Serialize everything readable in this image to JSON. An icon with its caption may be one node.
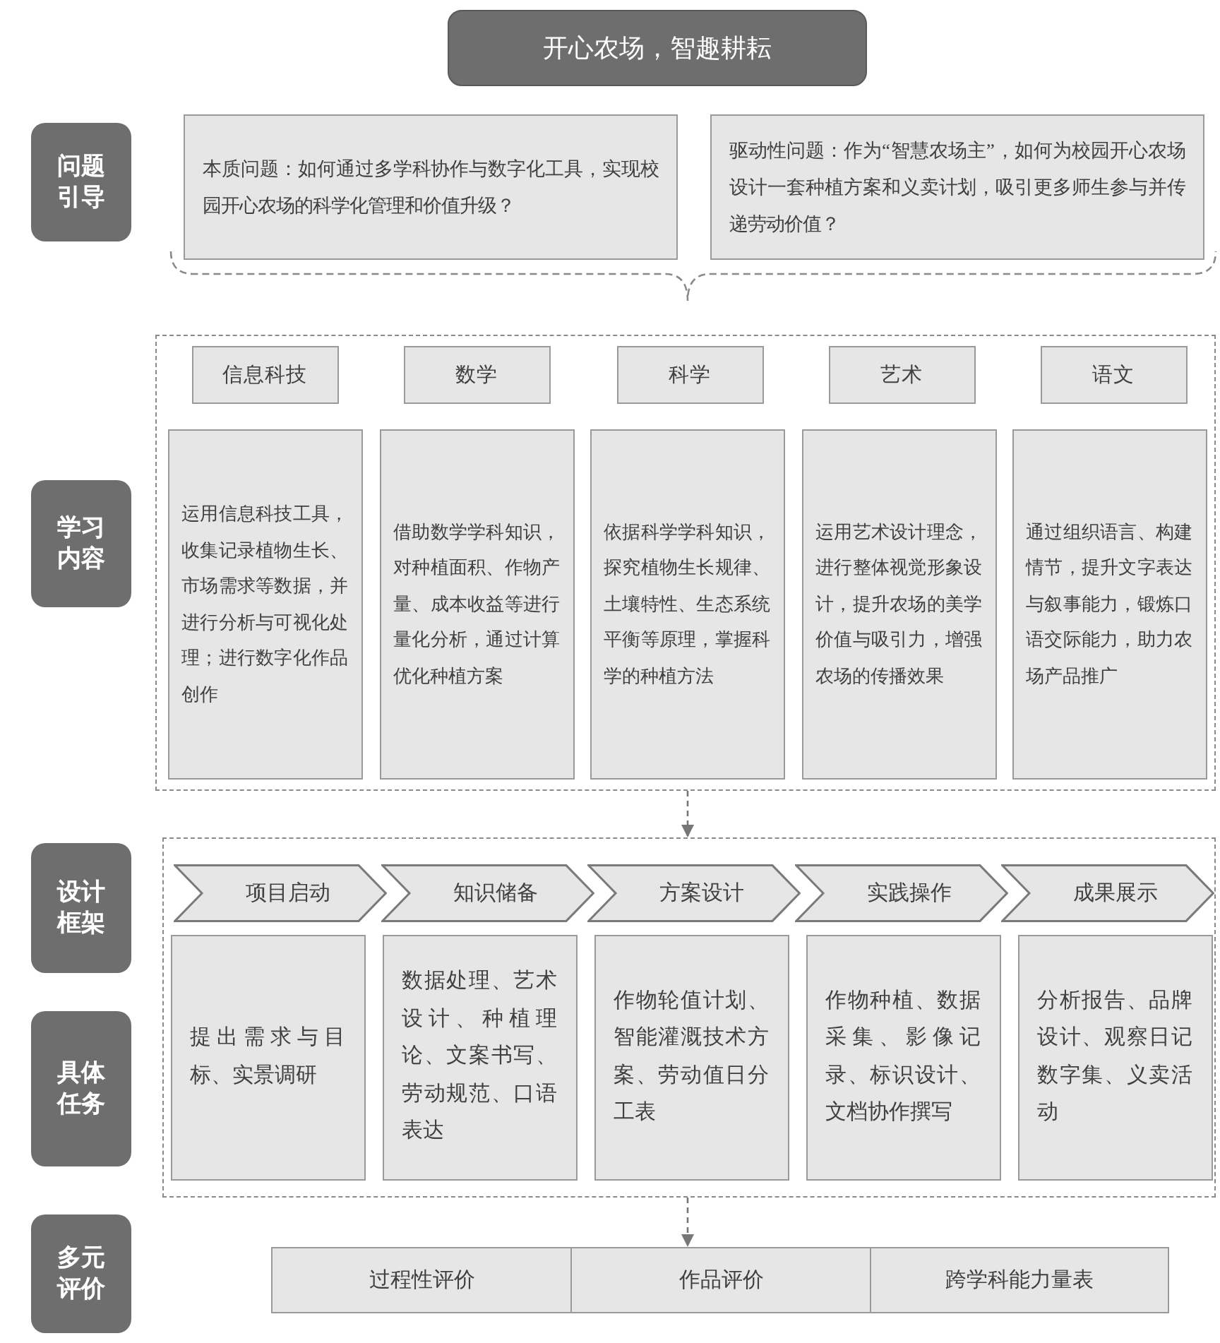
{
  "diagram": {
    "title": "开心农场，智趣耕耘",
    "nodes": [
      {
        "text": [
          "问题引导"
        ]
      },
      {
        "text": [
          "本质问题：如何通过多学科协作与数字化工具，实现校园开心农场的科学化管理和价值升级？"
        ]
      },
      {
        "text": [
          "驱动性问题：作为“智慧农场主”，如何为校园开心农场设计一套种植方案和义卖计划，吸引更多师生参与并传递劳动价值？"
        ]
      },
      {
        "text": [
          "学习内容"
        ]
      },
      {
        "text": [],
        "shape": "box"
      },
      {
        "text": [
          "信息科技"
        ],
        "in": 4
      },
      {
        "text": [
          "数学"
        ],
        "in": 4
      },
      {
        "text": [
          "科学"
        ],
        "in": 4
      },
      {
        "text": [
          "艺术"
        ],
        "in": 4
      },
      {
        "text": [
          "语文"
        ],
        "in": 4
      },
      {
        "text": [
          "运用信息科技工具，收集记录植物生长、市场需求等数据，并进行分析与可视化处理；进行数字化作品创作"
        ],
        "in": 4
      },
      {
        "text": [
          "借助数学学科知识，对种植面积、作物产量、成本收益等进行量化分析，通过计算优化种植方案"
        ],
        "in": 4
      },
      {
        "text": [
          "依据科学学科知识，探究植物生长规律、土壤特性、生态系统平衡等原理，掌握科学的种植方法"
        ],
        "in": 4
      },
      {
        "text": [
          "运用艺术设计理念，进行整体视觉形象设计，提升农场的美学价值与吸引力，增强农场的传播效果"
        ],
        "in": 4
      },
      {
        "text": [
          "通过组织语言、构建情节，提升文字表达与叙事能力，锻炼口语交际能力，助力农场产品推广"
        ],
        "in": 4
      },
      {
        "text": [
          "设计框架"
        ]
      },
      {
        "text": [],
        "shape": "box"
      },
      {
        "text": [
          "项目启动"
        ],
        "in": 16
      },
      {
        "text": [
          "知识储备"
        ],
        "in": 16
      },
      {
        "text": [
          "方案设计"
        ],
        "in": 16
      },
      {
        "text": [
          "实践操作"
        ],
        "in": 16
      },
      {
        "text": [
          "成果展示"
        ],
        "in": 16
      },
      {
        "text": [
          "具体任务"
        ]
      },
      {
        "text": [
          "提出需求与目标、实景调研"
        ],
        "in": 16
      },
      {
        "text": [
          "数据处理、艺术设计、种植理论、文案书写、劳动规范、口语表达"
        ],
        "in": 16
      },
      {
        "text": [
          "作物轮值计划、智能灌溉技术方案、劳动值日分工表"
        ],
        "in": 16
      },
      {
        "text": [
          "作物种植、数据采集、影像记录、标识设计、文档协作撰写"
        ],
        "in": 16
      },
      {
        "text": [
          "分析报告、品牌设计、观察日记数字集、义卖活动"
        ],
        "in": 16
      },
      {
        "text": [
          "多元评价"
        ]
      },
      {
        "text": [
          "过程性评价"
        ]
      },
      {
        "text": [
          "作品评价"
        ]
      },
      {
        "text": [
          "跨学科能力量表"
        ]
      }
    ],
    "edges": [
      {
        "from": 4,
        "to": 16,
        "arrow": "to",
        "style": "dashed"
      },
      {
        "from": 16,
        "to": 30,
        "arrow": "to",
        "style": "dashed"
      }
    ]
  }
}
